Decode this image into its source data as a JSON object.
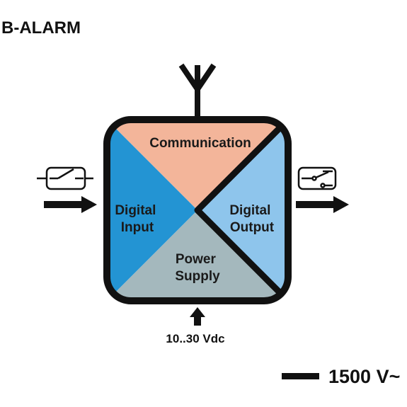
{
  "title": "B-ALARM",
  "segments": {
    "top": {
      "lines": [
        "Communication"
      ],
      "color": "#f3b59a"
    },
    "left": {
      "lines": [
        "Digital",
        "Input"
      ],
      "color": "#2394d3"
    },
    "right": {
      "lines": [
        "Digital",
        "Output"
      ],
      "color": "#8ec5ec"
    },
    "bottom": {
      "lines": [
        "Power",
        "Supply"
      ],
      "color": "#a4b8bd"
    }
  },
  "supply": {
    "label": "10..30 Vdc"
  },
  "isolation": {
    "label": "1500 V~"
  },
  "icons": {
    "antenna": "antenna-icon",
    "input": "switch-open-icon",
    "output": "relay-contact-icon"
  },
  "colors": {
    "outline": "#111111",
    "background": "#ffffff"
  }
}
